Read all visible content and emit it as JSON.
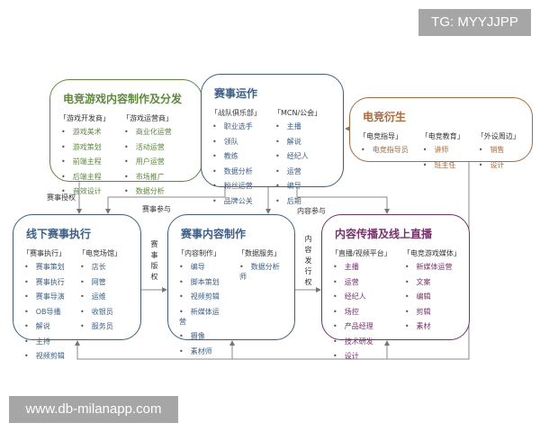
{
  "colors": {
    "green": "#5a8a3a",
    "blue": "#3a5f8a",
    "orange": "#b0683a",
    "purple": "#7a2f6e"
  },
  "boxes": {
    "dev": {
      "title": "电竞游戏内容制作及分发",
      "cols": [
        {
          "h": "「游戏开发商」",
          "items": [
            "游戏美术",
            "游戏策划",
            "前端主程",
            "后端主程",
            "音效设计"
          ]
        },
        {
          "h": "「游戏运营商」",
          "items": [
            "商业化运营",
            "活动运营",
            "用户运营",
            "市场推广",
            "数据分析"
          ]
        }
      ]
    },
    "ops": {
      "title": "赛事运作",
      "cols": [
        {
          "h": "「战队俱乐部」",
          "items": [
            "职业选手",
            "领队",
            "教练",
            "数据分析",
            "粉丝运营",
            "品牌公关"
          ]
        },
        {
          "h": "「MCN/公会」",
          "items": [
            "主播",
            "解说",
            "经纪人",
            "运营",
            "编导",
            "后期"
          ]
        }
      ]
    },
    "deriv": {
      "title": "电竞衍生",
      "cols": [
        {
          "h": "「电竞指导」",
          "items": [
            "电竞指导员"
          ]
        },
        {
          "h": "「电竞教育」",
          "items": [
            "讲师",
            "班主任"
          ]
        },
        {
          "h": "「外设周边」",
          "items": [
            "销售",
            "设计"
          ]
        }
      ]
    },
    "offline": {
      "title": "线下赛事执行",
      "cols": [
        {
          "h": "「赛事执行」",
          "items": [
            "赛事策划",
            "赛事执行",
            "赛事导演",
            "OB导播",
            "解说",
            "主持",
            "视频剪辑"
          ]
        },
        {
          "h": "「电竞场馆」",
          "items": [
            "店长",
            "网管",
            "运维",
            "收银员",
            "服务员"
          ]
        }
      ]
    },
    "content": {
      "title": "赛事内容制作",
      "cols": [
        {
          "h": "「内容制作」",
          "items": [
            "编导",
            "脚本策划",
            "视频剪辑",
            "新媒体运营",
            "摄像",
            "素材师"
          ]
        },
        {
          "h": "「数据服务」",
          "items": [
            "数据分析师"
          ]
        }
      ]
    },
    "live": {
      "title": "内容传播及线上直播",
      "cols": [
        {
          "h": "「直播/视频平台」",
          "items": [
            "主播",
            "运营",
            "经纪人",
            "场控",
            "产品经理",
            "技术研发",
            "设计"
          ]
        },
        {
          "h": "「电竞游戏媒体」",
          "items": [
            "新媒体运营",
            "文案",
            "编辑",
            "剪辑",
            "素材"
          ]
        }
      ]
    }
  },
  "labels": {
    "auth": "赛事授权",
    "join": "赛事参与",
    "content_join": "内容参与",
    "copyright": "赛事版权",
    "distribution": "内容发行权"
  },
  "watermarks": {
    "top": "TG: MYYJJPP",
    "bottom": "www.db-milanapp.com"
  }
}
